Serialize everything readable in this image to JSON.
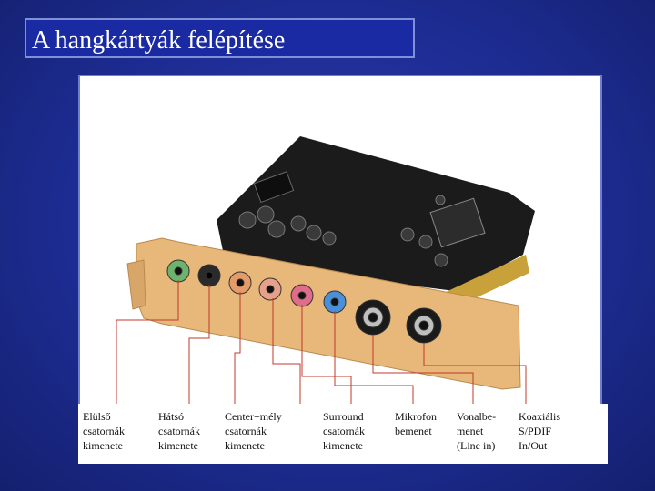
{
  "title": "A hangkártyák felépítése",
  "labels": [
    {
      "id": "front",
      "text": "Elülső\ncsatornák\nkimenete"
    },
    {
      "id": "rear",
      "text": "Hátsó\ncsatornák\nkimenete"
    },
    {
      "id": "center",
      "text": "Center+mély\ncsatornák\nkimenete"
    },
    {
      "id": "surround",
      "text": "Surround\ncsatornák\nkimenete"
    },
    {
      "id": "mic",
      "text": "Mikrofon\nbemenet"
    },
    {
      "id": "linein",
      "text": "Vonalbe-\nmenet\n(Line in)"
    },
    {
      "id": "spdif",
      "text": "Koaxiális\nS/PDIF\nIn/Out"
    }
  ],
  "colors": {
    "background": "#1d2c93",
    "title_box": "#1a2aa3",
    "bracket": "#e8b87a",
    "pcb": "#1b1b1b",
    "leader_line": "#c0392b",
    "jack_green": "#6db36d",
    "jack_black": "#2a2a2a",
    "jack_orange": "#e59a6a",
    "jack_peach": "#e7a08a",
    "jack_pink": "#e06b8b",
    "jack_blue": "#4a90d9"
  }
}
